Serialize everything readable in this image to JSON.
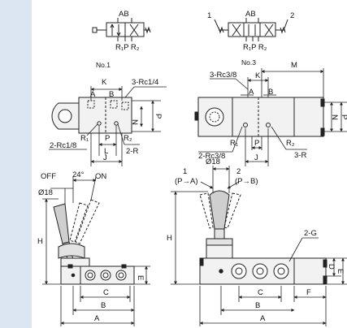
{
  "colors": {
    "strip": "#dce6f2",
    "body_fill": "#f2f2f2",
    "body_fill_dark": "#e3e3e3",
    "line": "#222222"
  },
  "symbols": {
    "no1": {
      "ab": "AB",
      "ports": "R₁P R₂"
    },
    "no3": {
      "port1": "1",
      "port2": "2",
      "ab": "AB",
      "ports": "R₁P R₂"
    }
  },
  "top_left": {
    "title": "No.1",
    "k": "K",
    "a": "A",
    "b": "B",
    "rc14": "3-Rc1/4",
    "r1": "R₁",
    "p": "P",
    "r2": "R₂",
    "n": "N",
    "p_dim": "P",
    "l": "L",
    "rc18": "2-Rc1/8",
    "r": "2-R",
    "j": "J"
  },
  "top_right": {
    "title": "No.3",
    "m": "M",
    "rc38": "3-Rc3/8",
    "k": "K",
    "a": "A",
    "b": "B",
    "n": "N",
    "p_dim": "P",
    "r1": "R₁",
    "p": "P",
    "r2": "R₂",
    "rc38b": "2-Rc3/8",
    "r": "3-R",
    "j": "J"
  },
  "bottom_left": {
    "off": "OFF",
    "angle": "24°",
    "on": "ON",
    "dia": "Ø18",
    "h": "H",
    "e": "E",
    "c": "C",
    "b": "B",
    "a": "A"
  },
  "bottom_right": {
    "label1": "1",
    "label1b": "(P→A)",
    "dia": "Ø18",
    "label2": "2",
    "label2b": "(P→B)",
    "h": "H",
    "g": "2-G",
    "d": "D",
    "e": "E",
    "c": "C",
    "f": "F",
    "b": "B",
    "a": "A"
  }
}
